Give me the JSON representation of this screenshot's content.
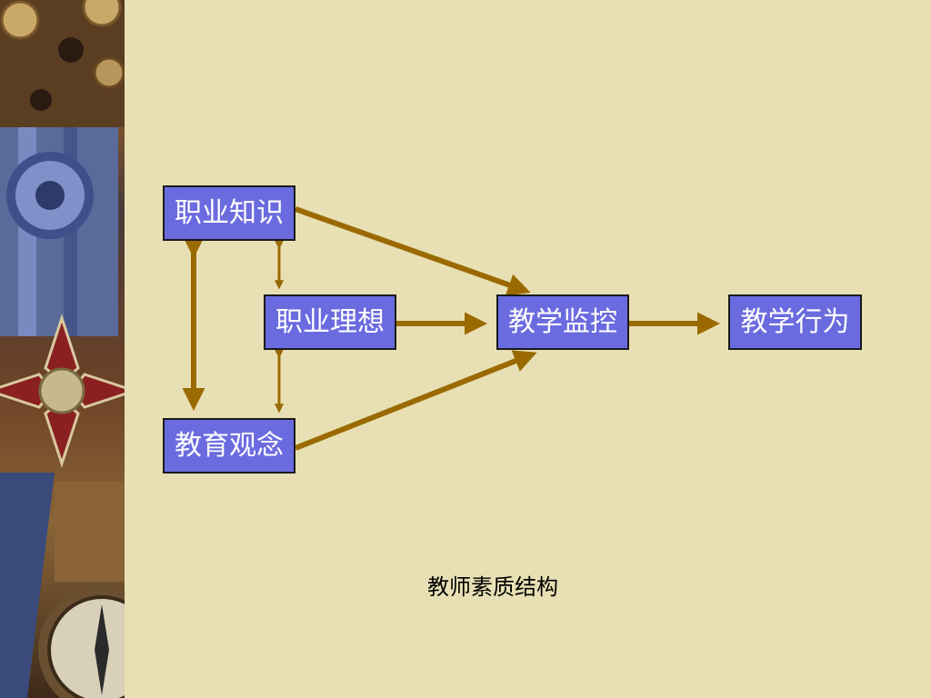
{
  "diagram": {
    "nodes": [
      {
        "id": "knowledge",
        "label": "职业知识"
      },
      {
        "id": "ideal",
        "label": "职业理想"
      },
      {
        "id": "concept",
        "label": "教育观念"
      },
      {
        "id": "monitor",
        "label": "教学监控"
      },
      {
        "id": "behavior",
        "label": "教学行为"
      }
    ],
    "edges": [
      {
        "from": "knowledge",
        "to": "monitor",
        "type": "directed"
      },
      {
        "from": "ideal",
        "to": "monitor",
        "type": "directed"
      },
      {
        "from": "concept",
        "to": "monitor",
        "type": "directed"
      },
      {
        "from": "monitor",
        "to": "behavior",
        "type": "directed"
      },
      {
        "from": "knowledge",
        "to": "concept",
        "type": "bidirectional"
      },
      {
        "from": "knowledge",
        "to": "ideal",
        "type": "bidirectional"
      },
      {
        "from": "ideal",
        "to": "concept",
        "type": "bidirectional"
      }
    ],
    "caption": "教师素质结构"
  },
  "colors": {
    "background": "#e8e0b4",
    "node_fill": "#6b6be0",
    "node_border": "#1a1a1a",
    "node_text": "#ffffff",
    "arrow": "#9a6a00"
  }
}
